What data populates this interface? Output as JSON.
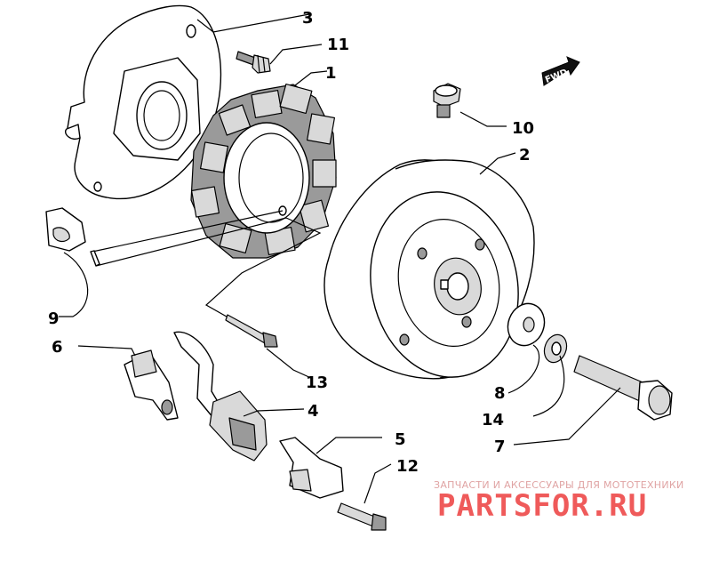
{
  "callouts": {
    "c1": "1",
    "c2": "2",
    "c3": "3",
    "c4": "4",
    "c5": "5",
    "c6": "6",
    "c7": "7",
    "c8": "8",
    "c9": "9",
    "c10": "10",
    "c11": "11",
    "c12": "12",
    "c13": "13",
    "c14": "14"
  },
  "direction_marker": "FWD",
  "watermark": {
    "tagline": "ЗАПЧАСТИ И АКСЕССУАРЫ ДЛЯ МОТОТЕХНИКИ",
    "logo": "PARTSFOR.RU"
  },
  "colors": {
    "line": "#000000",
    "watermark_logo": "#ef5a5a",
    "watermark_tagline": "#e0a4a4"
  }
}
